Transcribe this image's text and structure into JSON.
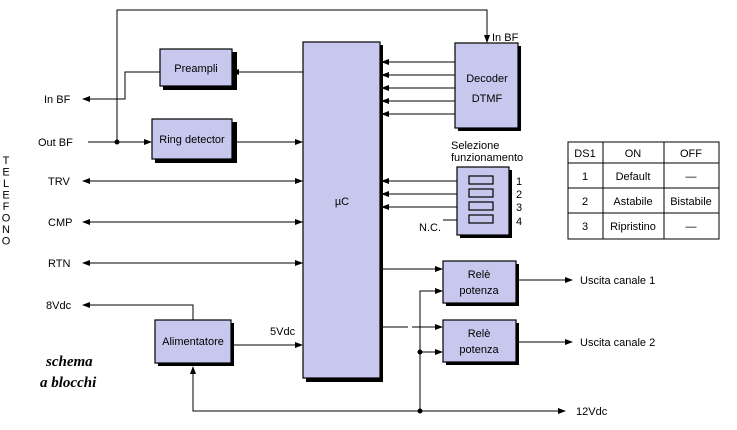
{
  "diagram": {
    "side_label": "TELEFONO",
    "side_letters": [
      "T",
      "E",
      "L",
      "E",
      "F",
      "O",
      "N",
      "O"
    ],
    "caption_line1": "schema",
    "caption_line2": "a blocchi",
    "blocks": {
      "preampli": "Preampli",
      "ring_detector": "Ring detector",
      "uc": "µC",
      "decoder_line1": "Decoder",
      "decoder_line2": "DTMF",
      "alimentatore": "Alimentatore",
      "rele1_line1": "Relè",
      "rele1_line2": "potenza",
      "rele2_line1": "Relè",
      "rele2_line2": "potenza"
    },
    "signals": {
      "in_bf_left": "In BF",
      "out_bf": "Out BF",
      "trv": "TRV",
      "cmp": "CMP",
      "rtn": "RTN",
      "v8dc": "8Vdc",
      "v5dc": "5Vdc",
      "in_bf_top": "In BF",
      "uscita1": "Uscita canale 1",
      "uscita2": "Uscita canale 2",
      "v12dc": "12Vdc",
      "nc": "N.C."
    },
    "selector": {
      "title_line1": "Selezione",
      "title_line2": "funzionamento",
      "positions": [
        "1",
        "2",
        "3",
        "4"
      ]
    },
    "table": {
      "headers": [
        "DS1",
        "ON",
        "OFF"
      ],
      "rows": [
        [
          "1",
          "Default",
          "—"
        ],
        [
          "2",
          "Astabile",
          "Bistabile"
        ],
        [
          "3",
          "Ripristino",
          "—"
        ]
      ]
    }
  }
}
